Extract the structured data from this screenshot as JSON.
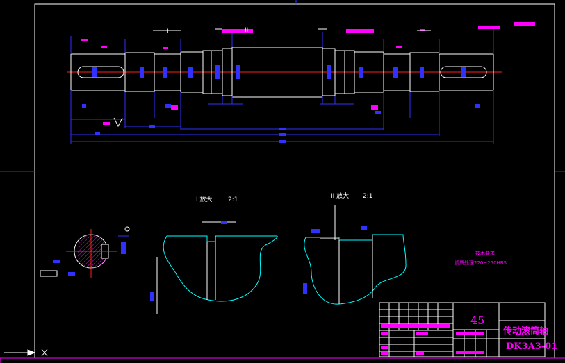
{
  "drawing": {
    "part_name": "传动滚筒轴",
    "drawing_number": "DK3A3-01",
    "material": "45",
    "detail_label_1": "I 放大",
    "detail_scale_1": "2:1",
    "detail_label_2": "II 放大",
    "detail_scale_2": "2:1",
    "section_label_I": "I",
    "section_label_II": "II",
    "tech_requirements_title": "技术要求",
    "tech_requirements_line": "调质处理220~250HBS"
  },
  "colors": {
    "background": "#000000",
    "border": "#ffffff",
    "outline": "#ffffff",
    "centerline": "#ff0000",
    "dimension": "#3030ff",
    "annotation": "#ff00ff",
    "profile": "#00ffff",
    "title_block_text": "#ff00ff"
  }
}
